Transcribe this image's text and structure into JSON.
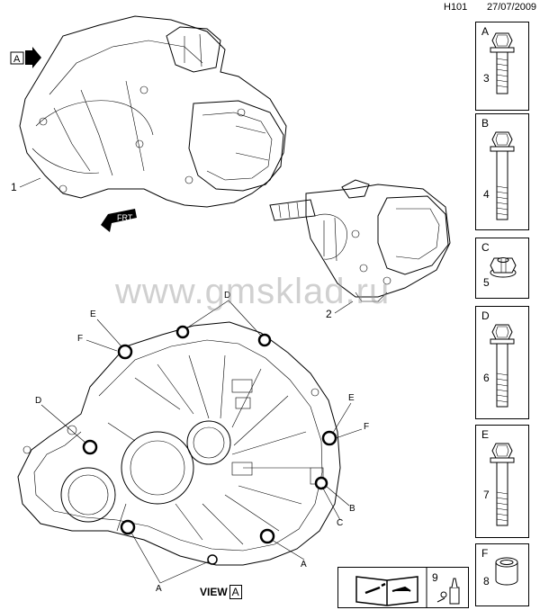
{
  "header": {
    "code": "H101",
    "date": "27/07/2009"
  },
  "watermark": "www.gmsklad.ru",
  "view_label": {
    "text": "VIEW",
    "letter": "A"
  },
  "arrow_a": "A",
  "front_arrow": "FRT",
  "callouts": {
    "item1": "1",
    "item2": "2",
    "bolt_labels": [
      {
        "letter": "E",
        "id": "e-left"
      },
      {
        "letter": "F",
        "id": "f-left"
      },
      {
        "letter": "D",
        "id": "d-top"
      },
      {
        "letter": "D",
        "id": "d-left"
      },
      {
        "letter": "E",
        "id": "e-right"
      },
      {
        "letter": "F",
        "id": "f-right"
      },
      {
        "letter": "B",
        "id": "b-right"
      },
      {
        "letter": "C",
        "id": "c-right"
      },
      {
        "letter": "A",
        "id": "a-bottom-left"
      },
      {
        "letter": "A",
        "id": "a-bottom-right"
      }
    ]
  },
  "parts_panels": [
    {
      "letter": "A",
      "number": "3",
      "kind": "bolt-short"
    },
    {
      "letter": "B",
      "number": "4",
      "kind": "bolt-long"
    },
    {
      "letter": "C",
      "number": "5",
      "kind": "nut"
    },
    {
      "letter": "D",
      "number": "6",
      "kind": "bolt-long"
    },
    {
      "letter": "E",
      "number": "7",
      "kind": "bolt-long"
    },
    {
      "letter": "F",
      "number": "8",
      "kind": "sleeve"
    }
  ],
  "legend": {
    "number": "9"
  }
}
